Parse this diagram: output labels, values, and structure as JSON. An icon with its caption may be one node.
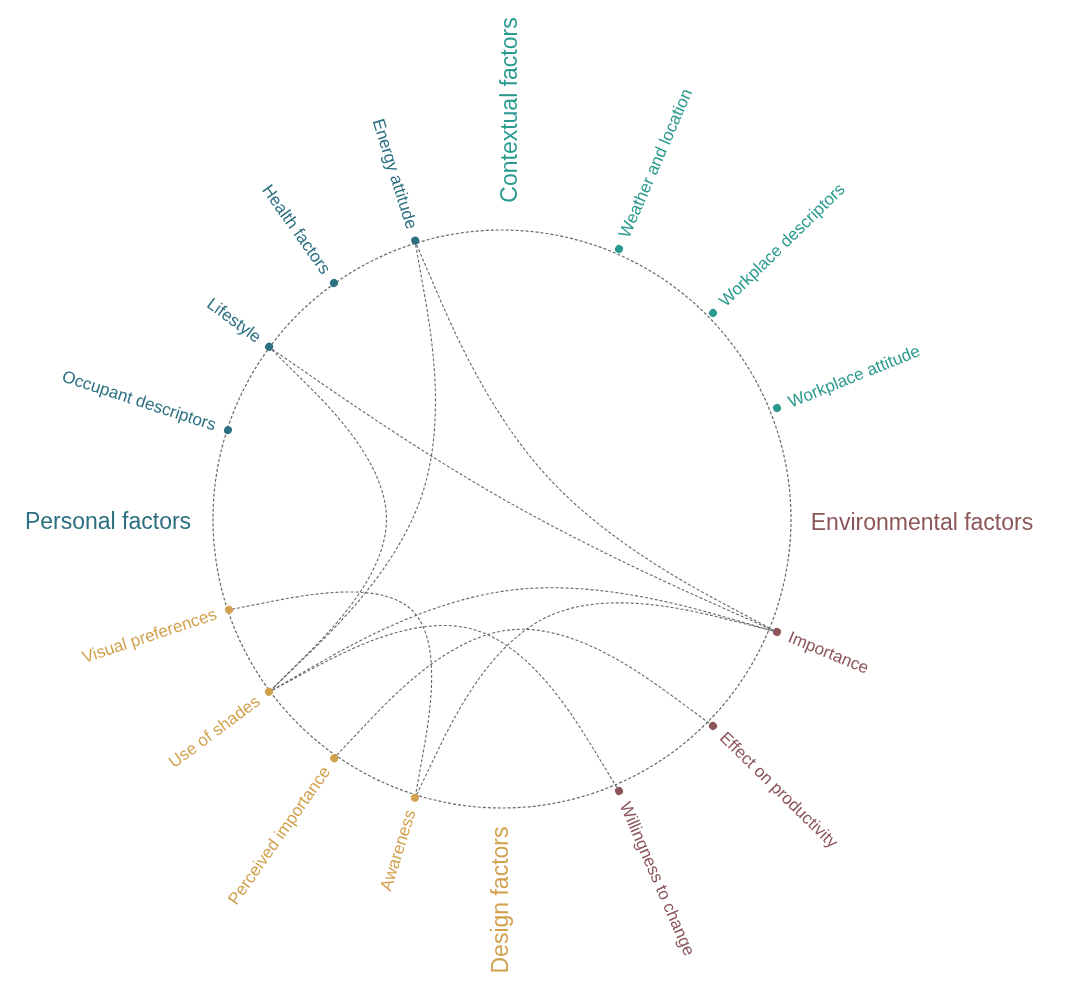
{
  "diagram": {
    "nodes": [
      {
        "text": [
          "Occupant descriptors"
        ]
      },
      {
        "text": [
          "Lifestyle"
        ]
      },
      {
        "text": [
          "Health factors"
        ]
      },
      {
        "text": [
          "Energy attitude"
        ]
      },
      {
        "text": [
          "Weather and location"
        ]
      },
      {
        "text": [
          "Workplace descriptors"
        ]
      },
      {
        "text": [
          "Workplace attitude"
        ]
      },
      {
        "text": [
          "Importance"
        ]
      },
      {
        "text": [
          "Effect on productivity"
        ]
      },
      {
        "text": [
          "Willingness to change"
        ]
      },
      {
        "text": [
          "Awareness"
        ]
      },
      {
        "text": [
          "Perceived importance"
        ]
      },
      {
        "text": [
          "Use of shades"
        ]
      },
      {
        "text": [
          "Visual preferences"
        ]
      }
    ],
    "edges": [
      {
        "from": 3,
        "to": 12,
        "arrow": "none"
      },
      {
        "from": 3,
        "to": 7,
        "arrow": "none"
      },
      {
        "from": 1,
        "to": 12,
        "arrow": "none"
      },
      {
        "from": 1,
        "to": 7,
        "arrow": "none"
      },
      {
        "from": 12,
        "to": 7,
        "arrow": "none"
      },
      {
        "from": 12,
        "to": 9,
        "arrow": "none"
      },
      {
        "from": 11,
        "to": 8,
        "arrow": "none"
      },
      {
        "from": 10,
        "to": 7,
        "arrow": "none"
      },
      {
        "from": 13,
        "to": 10,
        "arrow": "none"
      }
    ],
    "labels": [
      "Contextual factors",
      "Personal factors",
      "Environmental factors",
      "Design factors"
    ]
  }
}
